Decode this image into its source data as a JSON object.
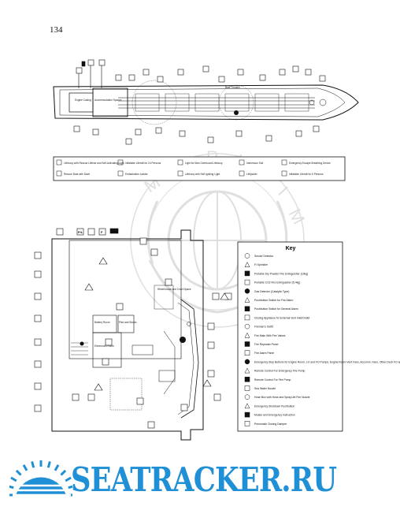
{
  "page": {
    "number": "134"
  },
  "ship_plan": {
    "labels": {
      "engine_casing": "Engine Casing",
      "accommodation_spaces": "Accommodation Spaces",
      "bow_thruster": "Bow Thruster"
    }
  },
  "legend_strip": {
    "items": [
      "Lifebuoy with Rescue Lifeline and Self-Activating Light",
      "Inflatable Liferaft for 24 Persons",
      "Light for Man Overboard Lifebuoy",
      "Immersion Suit",
      "Emergency Escape Breathing Device",
      "Rescue Boat with Davit",
      "Embarkation Ladder",
      "Lifebuoy with Self-Igniting Light",
      "Lifejacket",
      "Inflatable Liferaft for 6 Persons"
    ]
  },
  "bridge_plan": {
    "labels": {
      "wheelhouse": "Wheelhouse and Chart Space",
      "battery_room": "Battery Room",
      "electronics_room": "Electronics Room",
      "pilot_and_stores": "Pilot and Stores"
    },
    "symbols": [
      "P/L",
      "F"
    ]
  },
  "key": {
    "title": "Key",
    "items": [
      {
        "icon": "smoke-detector-icon",
        "label": "Smoke Detector"
      },
      {
        "icon": "fire-sprinkler-icon",
        "label": "Fi Sprinkler"
      },
      {
        "icon": "dry-powder-extinguisher-icon",
        "label": "Portable Dry Powder Fire Extinguisher (10kg)"
      },
      {
        "icon": "co2-extinguisher-icon",
        "label": "Portable CO2 Fire Extinguisher (5.4kg)"
      },
      {
        "icon": "gas-detector-icon",
        "label": "Gas Detector (Catalytic Type)"
      },
      {
        "icon": "fire-alarm-pushbutton-icon",
        "label": "Pushbutton Switch for Fire Alarm"
      },
      {
        "icon": "general-alarm-pushbutton-icon",
        "label": "Pushbutton Switch for General Alarm"
      },
      {
        "icon": "vent-closing-icon",
        "label": "Closing Appliance for External Vent Inlet/Outlet"
      },
      {
        "icon": "firemans-outfit-icon",
        "label": "Fireman's Outfit"
      },
      {
        "icon": "fire-main-valve-icon",
        "label": "Fire Main With Fire Valves"
      },
      {
        "icon": "fire-repeater-panel-icon",
        "label": "Fire Repeater Panel"
      },
      {
        "icon": "fire-alarm-panel-icon",
        "label": "Fire Alarm Panel"
      },
      {
        "icon": "emergency-stop-icon",
        "label": "Emergency Stop Buttons for Engine Room, LO and FO Pumps, Engine Room Vent Fans, Accomm. Fans, Other Deck FO and HFO Pumps and Vent Fans"
      },
      {
        "icon": "remote-emergency-fire-pump-icon",
        "label": "Remote Control For Emergency Fire Pump"
      },
      {
        "icon": "remote-fire-pump-icon",
        "label": "Remote Control For Fire Pump"
      },
      {
        "icon": "sea-water-nozzle-icon",
        "label": "Sea Water Nozzle"
      },
      {
        "icon": "hose-box-icon",
        "label": "Hose Box with Hose and Spray/Jet Fire Nozzle"
      },
      {
        "icon": "emergency-shutdown-icon",
        "label": "Emergency Shutdown Pushbutton"
      },
      {
        "icon": "muster-instruction-icon",
        "label": "Muster and Emergency Instruction"
      },
      {
        "icon": "pneumatic-damper-icon",
        "label": "Pneumatic Closing Damper"
      }
    ]
  },
  "watermark": {
    "logo_text": "INTERNATIONAL MARITIME ORGANIZATION"
  },
  "brand": {
    "text": "SEATRACKER.RU",
    "color": "#1f8fd6"
  }
}
